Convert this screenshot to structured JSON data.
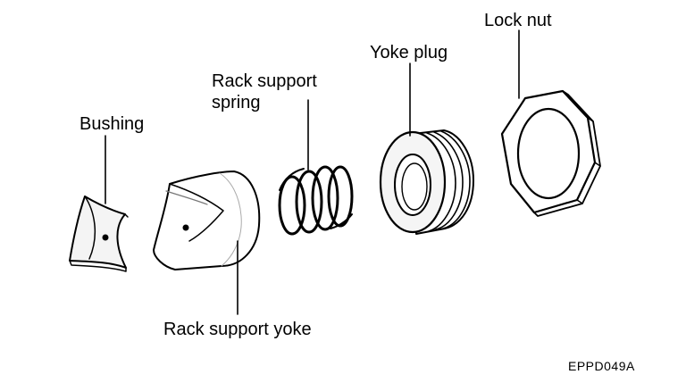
{
  "labels": {
    "lock_nut": "Lock nut",
    "yoke_plug": "Yoke plug",
    "rack_support_spring_line1": "Rack support",
    "rack_support_spring_line2": "spring",
    "bushing": "Bushing",
    "rack_support_yoke": "Rack support yoke"
  },
  "figure_code": "EPPD049A",
  "colors": {
    "ink": "#000000",
    "paper": "#ffffff",
    "shade": "#dcdcdc"
  }
}
